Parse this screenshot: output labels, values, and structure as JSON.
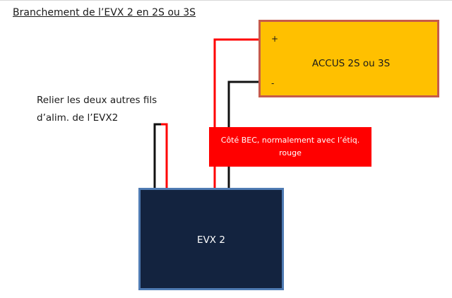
{
  "title": "Branchement de l’EVX 2 en 2S ou 3S",
  "note": {
    "line1": "Relier les deux autres fils",
    "line2": "d’alim. de l’EVX2"
  },
  "battery": {
    "label": "ACCUS 2S ou 3S",
    "plus": "+",
    "minus": "-",
    "fill_color": "#ffc000",
    "border_color": "#c65b4a"
  },
  "bec_note": {
    "line1": "Côté BEC, normalement avec l’étiq.",
    "line2": "rouge",
    "color": "#ff0000"
  },
  "module": {
    "label": "EVX 2",
    "fill_color": "#13233f",
    "border_color": "#4f7bb3"
  },
  "wire_colors": {
    "positive": "#ff0000",
    "negative": "#111111"
  }
}
